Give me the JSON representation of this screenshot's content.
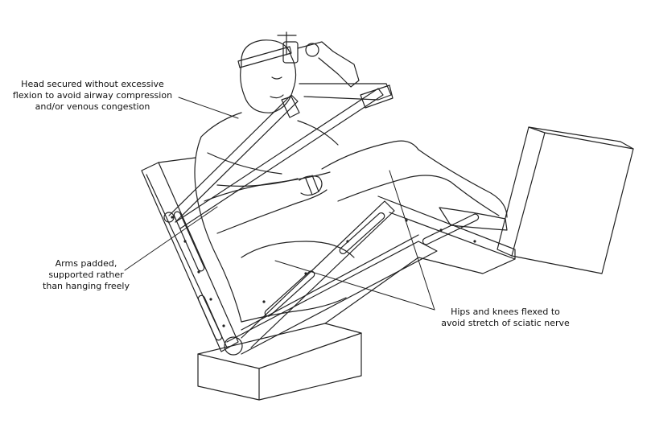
{
  "figure": {
    "annotations": {
      "head": {
        "lines": [
          "Head secured without excessive",
          "flexion to avoid airway compression",
          "and/or venous congestion"
        ]
      },
      "arms": {
        "lines": [
          "Arms padded,",
          "supported rather",
          "than hanging freely"
        ]
      },
      "hips": {
        "lines": [
          "Hips and knees flexed to",
          "avoid stretch of sciatic nerve"
        ]
      }
    },
    "colors": {
      "ink": "#222222",
      "background": "#ffffff"
    }
  }
}
